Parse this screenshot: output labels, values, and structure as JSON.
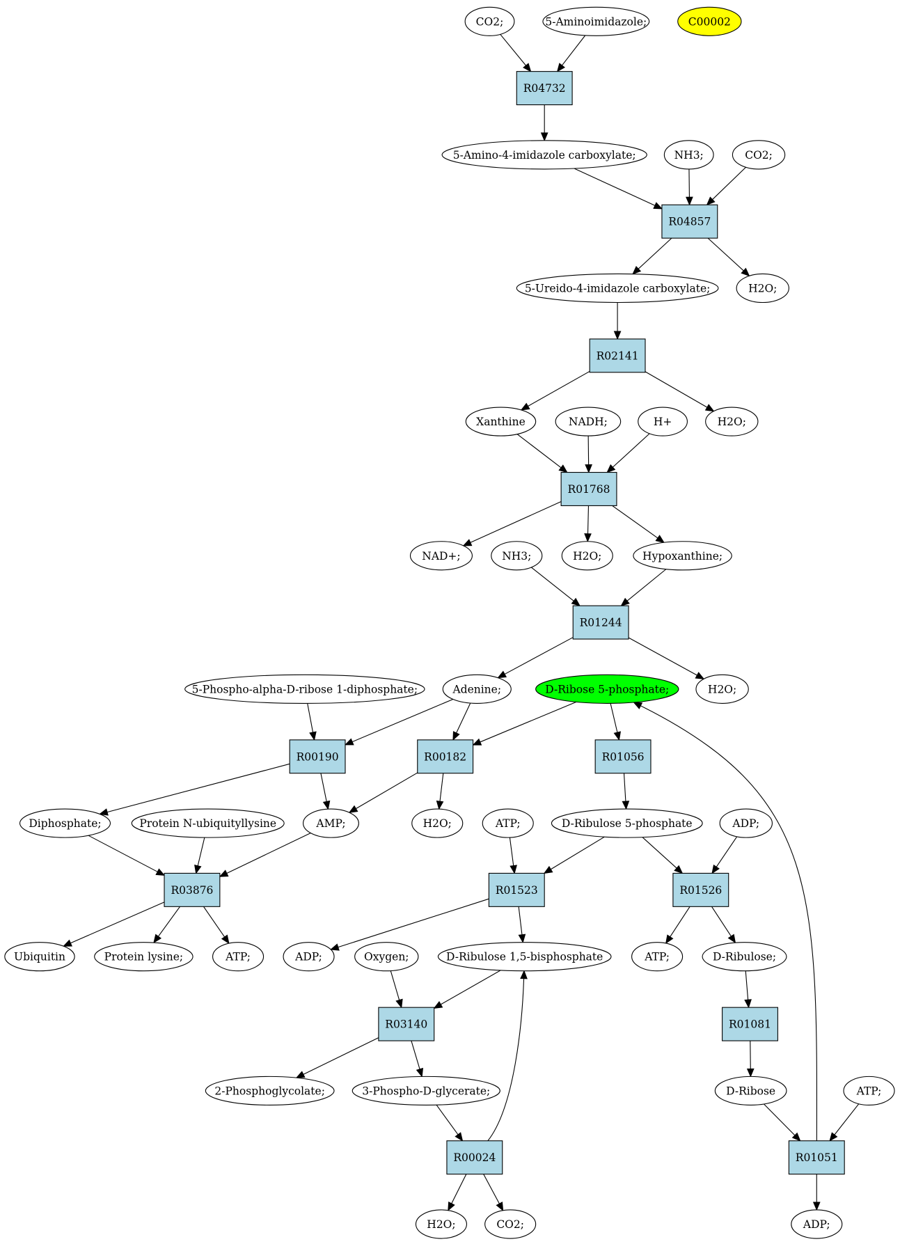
{
  "colors": {
    "compound_fill": "#ffffff",
    "reaction_fill": "#add8e6",
    "highlight_yellow": "#ffff00",
    "highlight_green": "#00ff00",
    "stroke": "#000000"
  },
  "nodes": [
    {
      "id": "c_co2_1",
      "label": "CO2;",
      "kind": "compound"
    },
    {
      "id": "c_aminoimidazole",
      "label": "5-Aminoimidazole;",
      "kind": "compound"
    },
    {
      "id": "c_c00002",
      "label": "C00002",
      "kind": "compound",
      "fill": "highlight_yellow"
    },
    {
      "id": "r_r04732",
      "label": "R04732",
      "kind": "reaction"
    },
    {
      "id": "c_amino4imid",
      "label": "5-Amino-4-imidazole carboxylate;",
      "kind": "compound"
    },
    {
      "id": "c_nh3_1",
      "label": "NH3;",
      "kind": "compound"
    },
    {
      "id": "c_co2_2",
      "label": "CO2;",
      "kind": "compound"
    },
    {
      "id": "r_r04857",
      "label": "R04857",
      "kind": "reaction"
    },
    {
      "id": "c_ureido",
      "label": "5-Ureido-4-imidazole carboxylate;",
      "kind": "compound"
    },
    {
      "id": "c_h2o_1",
      "label": "H2O;",
      "kind": "compound"
    },
    {
      "id": "r_r02141",
      "label": "R02141",
      "kind": "reaction"
    },
    {
      "id": "c_xanthine",
      "label": "Xanthine",
      "kind": "compound"
    },
    {
      "id": "c_nadh",
      "label": "NADH;",
      "kind": "compound"
    },
    {
      "id": "c_hplus",
      "label": "H+",
      "kind": "compound"
    },
    {
      "id": "c_h2o_2",
      "label": "H2O;",
      "kind": "compound"
    },
    {
      "id": "r_r01768",
      "label": "R01768",
      "kind": "reaction"
    },
    {
      "id": "c_nadplus",
      "label": "NAD+;",
      "kind": "compound"
    },
    {
      "id": "c_nh3_2",
      "label": "NH3;",
      "kind": "compound"
    },
    {
      "id": "c_h2o_3",
      "label": "H2O;",
      "kind": "compound"
    },
    {
      "id": "c_hypoxanthine",
      "label": "Hypoxanthine;",
      "kind": "compound"
    },
    {
      "id": "r_r01244",
      "label": "R01244",
      "kind": "reaction"
    },
    {
      "id": "c_prpp",
      "label": "5-Phospho-alpha-D-ribose 1-diphosphate;",
      "kind": "compound"
    },
    {
      "id": "c_adenine",
      "label": "Adenine;",
      "kind": "compound"
    },
    {
      "id": "c_r5p",
      "label": "D-Ribose 5-phosphate;",
      "kind": "compound",
      "fill": "highlight_green"
    },
    {
      "id": "c_h2o_4",
      "label": "H2O;",
      "kind": "compound"
    },
    {
      "id": "r_r00190",
      "label": "R00190",
      "kind": "reaction"
    },
    {
      "id": "r_r00182",
      "label": "R00182",
      "kind": "reaction"
    },
    {
      "id": "r_r01056",
      "label": "R01056",
      "kind": "reaction"
    },
    {
      "id": "c_diphosphate",
      "label": "Diphosphate;",
      "kind": "compound"
    },
    {
      "id": "c_protubq",
      "label": "Protein N-ubiquityllysine",
      "kind": "compound"
    },
    {
      "id": "c_amp",
      "label": "AMP;",
      "kind": "compound"
    },
    {
      "id": "c_h2o_5",
      "label": "H2O;",
      "kind": "compound"
    },
    {
      "id": "c_atp_1",
      "label": "ATP;",
      "kind": "compound"
    },
    {
      "id": "c_ru5p",
      "label": "D-Ribulose 5-phosphate",
      "kind": "compound"
    },
    {
      "id": "c_adp_1",
      "label": "ADP;",
      "kind": "compound"
    },
    {
      "id": "r_r03876",
      "label": "R03876",
      "kind": "reaction"
    },
    {
      "id": "r_r01523",
      "label": "R01523",
      "kind": "reaction"
    },
    {
      "id": "r_r01526",
      "label": "R01526",
      "kind": "reaction"
    },
    {
      "id": "c_ubiquitin",
      "label": "Ubiquitin",
      "kind": "compound"
    },
    {
      "id": "c_protlys",
      "label": "Protein lysine;",
      "kind": "compound"
    },
    {
      "id": "c_atp_2",
      "label": "ATP;",
      "kind": "compound"
    },
    {
      "id": "c_adp_2",
      "label": "ADP;",
      "kind": "compound"
    },
    {
      "id": "c_oxygen",
      "label": "Oxygen;",
      "kind": "compound"
    },
    {
      "id": "c_rubp",
      "label": "D-Ribulose 1,5-bisphosphate",
      "kind": "compound"
    },
    {
      "id": "c_atp_3",
      "label": "ATP;",
      "kind": "compound"
    },
    {
      "id": "c_dribulose",
      "label": "D-Ribulose;",
      "kind": "compound"
    },
    {
      "id": "r_r03140",
      "label": "R03140",
      "kind": "reaction"
    },
    {
      "id": "r_r01081",
      "label": "R01081",
      "kind": "reaction"
    },
    {
      "id": "c_2pg",
      "label": "2-Phosphoglycolate;",
      "kind": "compound"
    },
    {
      "id": "c_3pg",
      "label": "3-Phospho-D-glycerate;",
      "kind": "compound"
    },
    {
      "id": "c_dribose",
      "label": "D-Ribose",
      "kind": "compound"
    },
    {
      "id": "c_atp_4",
      "label": "ATP;",
      "kind": "compound"
    },
    {
      "id": "r_r00024",
      "label": "R00024",
      "kind": "reaction"
    },
    {
      "id": "r_r01051",
      "label": "R01051",
      "kind": "reaction"
    },
    {
      "id": "c_h2o_6",
      "label": "H2O;",
      "kind": "compound"
    },
    {
      "id": "c_co2_3",
      "label": "CO2;",
      "kind": "compound"
    },
    {
      "id": "c_adp_3",
      "label": "ADP;",
      "kind": "compound"
    }
  ],
  "edges": [
    [
      "c_co2_1",
      "r_r04732"
    ],
    [
      "c_aminoimidazole",
      "r_r04732"
    ],
    [
      "r_r04732",
      "c_amino4imid"
    ],
    [
      "c_amino4imid",
      "r_r04857"
    ],
    [
      "c_nh3_1",
      "r_r04857"
    ],
    [
      "c_co2_2",
      "r_r04857"
    ],
    [
      "r_r04857",
      "c_ureido"
    ],
    [
      "r_r04857",
      "c_h2o_1"
    ],
    [
      "c_ureido",
      "r_r02141"
    ],
    [
      "r_r02141",
      "c_xanthine"
    ],
    [
      "r_r02141",
      "c_h2o_2"
    ],
    [
      "c_xanthine",
      "r_r01768"
    ],
    [
      "c_nadh",
      "r_r01768"
    ],
    [
      "c_hplus",
      "r_r01768"
    ],
    [
      "r_r01768",
      "c_nadplus"
    ],
    [
      "r_r01768",
      "c_h2o_3"
    ],
    [
      "r_r01768",
      "c_hypoxanthine"
    ],
    [
      "c_nh3_2",
      "r_r01244"
    ],
    [
      "c_hypoxanthine",
      "r_r01244"
    ],
    [
      "r_r01244",
      "c_adenine"
    ],
    [
      "r_r01244",
      "c_h2o_4"
    ],
    [
      "c_prpp",
      "r_r00190"
    ],
    [
      "c_adenine",
      "r_r00190"
    ],
    [
      "c_adenine",
      "r_r00182"
    ],
    [
      "c_r5p",
      "r_r00182"
    ],
    [
      "c_r5p",
      "r_r01056"
    ],
    [
      "r_r00190",
      "c_diphosphate"
    ],
    [
      "r_r00190",
      "c_amp"
    ],
    [
      "r_r00182",
      "c_amp"
    ],
    [
      "r_r00182",
      "c_h2o_5"
    ],
    [
      "r_r01056",
      "c_ru5p"
    ],
    [
      "c_diphosphate",
      "r_r03876"
    ],
    [
      "c_protubq",
      "r_r03876"
    ],
    [
      "c_amp",
      "r_r03876"
    ],
    [
      "r_r03876",
      "c_ubiquitin"
    ],
    [
      "r_r03876",
      "c_protlys"
    ],
    [
      "r_r03876",
      "c_atp_2"
    ],
    [
      "c_atp_1",
      "r_r01523"
    ],
    [
      "c_ru5p",
      "r_r01523"
    ],
    [
      "c_ru5p",
      "r_r01526"
    ],
    [
      "c_adp_1",
      "r_r01526"
    ],
    [
      "r_r01523",
      "c_adp_2"
    ],
    [
      "r_r01523",
      "c_rubp"
    ],
    [
      "r_r01526",
      "c_atp_3"
    ],
    [
      "r_r01526",
      "c_dribulose"
    ],
    [
      "c_oxygen",
      "r_r03140"
    ],
    [
      "c_rubp",
      "r_r03140"
    ],
    [
      "r_r03140",
      "c_2pg"
    ],
    [
      "r_r03140",
      "c_3pg"
    ],
    [
      "c_3pg",
      "r_r00024"
    ],
    [
      "r_r00024",
      "c_rubp"
    ],
    [
      "r_r00024",
      "c_h2o_6"
    ],
    [
      "r_r00024",
      "c_co2_3"
    ],
    [
      "c_dribulose",
      "r_r01081"
    ],
    [
      "r_r01081",
      "c_dribose"
    ],
    [
      "c_dribose",
      "r_r01051"
    ],
    [
      "c_atp_4",
      "r_r01051"
    ],
    [
      "r_r01051",
      "c_adp_3"
    ],
    [
      "r_r01051",
      "c_r5p"
    ]
  ]
}
